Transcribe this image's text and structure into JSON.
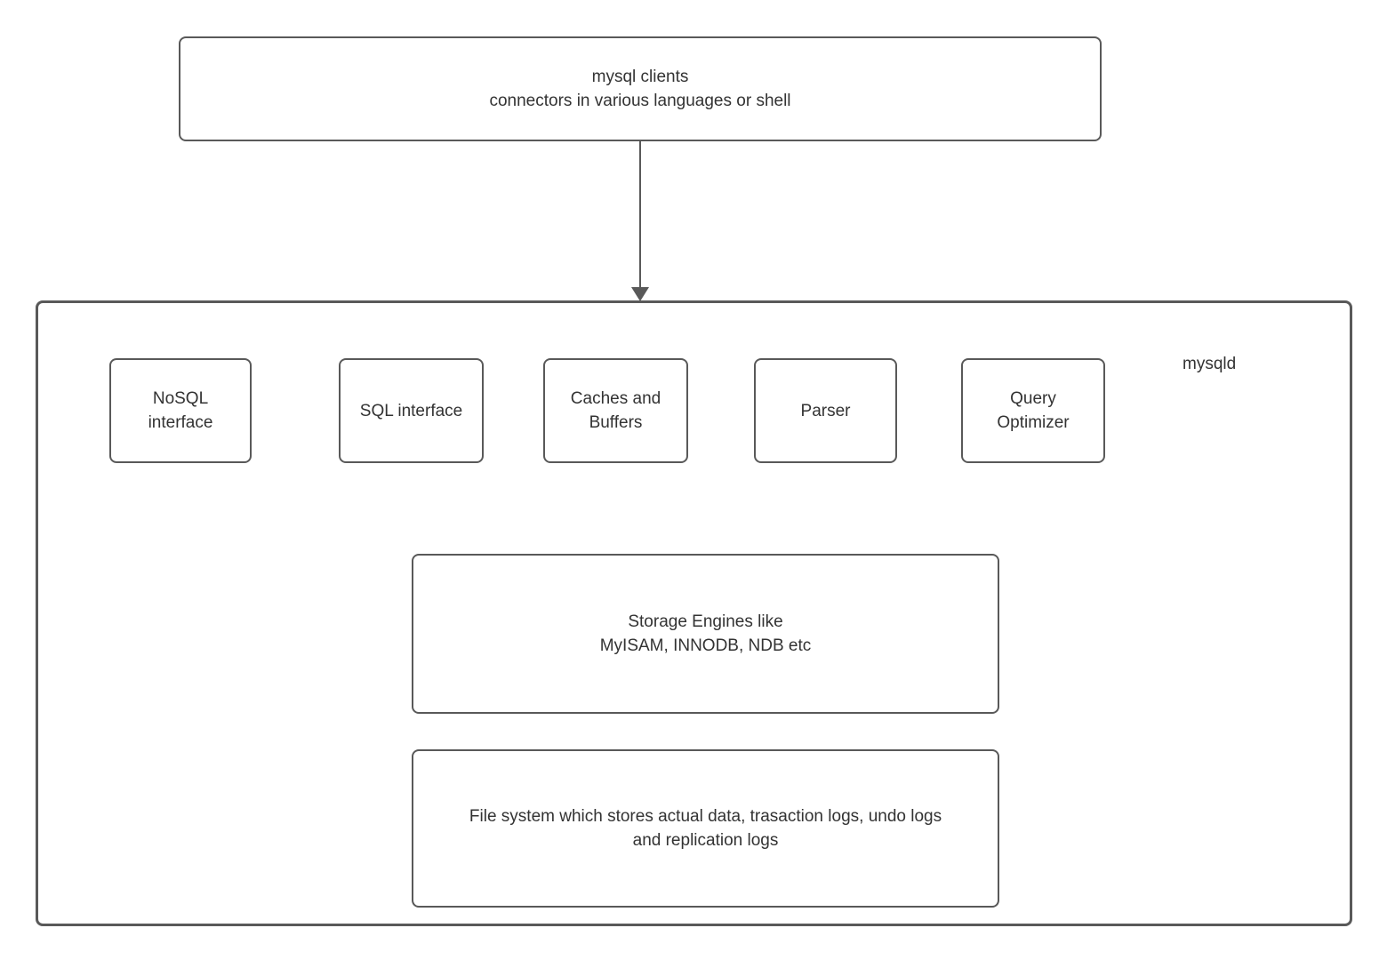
{
  "diagram": {
    "clients_box": {
      "label": "mysql clients\nconnectors in various languages or shell"
    },
    "mysqld": {
      "label": "mysqld",
      "components": [
        {
          "id": "nosql-interface",
          "label": "NoSQL\ninterface"
        },
        {
          "id": "sql-interface",
          "label": "SQL interface"
        },
        {
          "id": "caches-and-buffers",
          "label": "Caches and\nBuffers"
        },
        {
          "id": "parser",
          "label": "Parser"
        },
        {
          "id": "query-optimizer",
          "label": "Query\nOptimizer"
        }
      ],
      "storage_engines": {
        "label": "Storage Engines like\nMyISAM, INNODB, NDB etc"
      },
      "file_system": {
        "label": "File system which stores actual data, trasaction logs, undo logs\nand replication logs"
      }
    },
    "colors": {
      "border": "#595959",
      "text": "#333333",
      "background": "#ffffff"
    }
  }
}
